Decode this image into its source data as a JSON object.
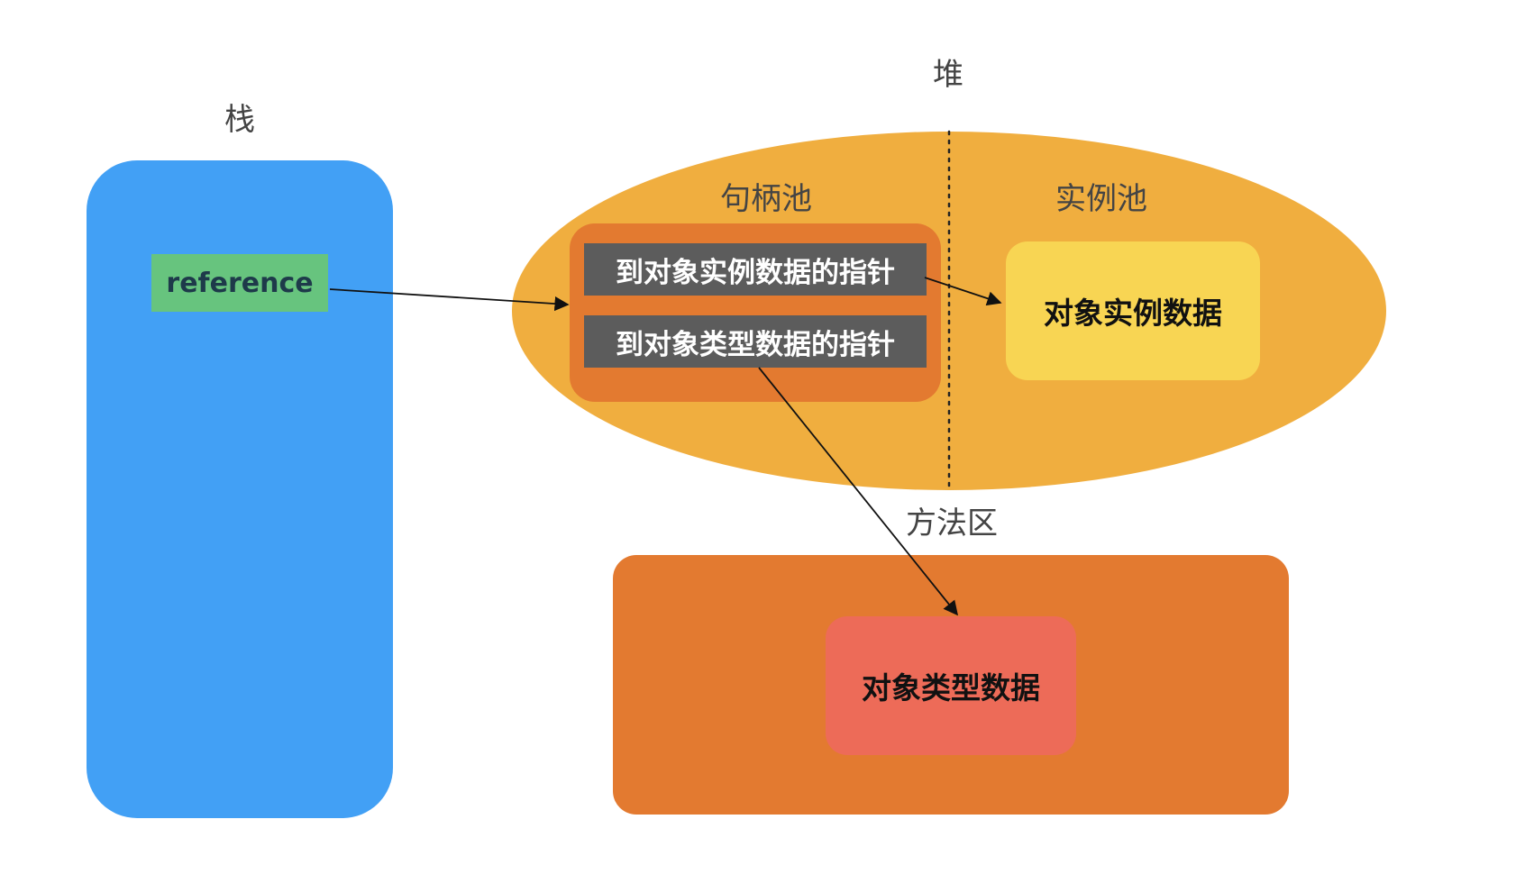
{
  "stack": {
    "label": "栈",
    "color": "#42a0f5",
    "reference": {
      "label": "reference",
      "color": "#67c47e"
    }
  },
  "heap": {
    "label": "堆",
    "color": "#f0ae3f",
    "handle_pool": {
      "label": "句柄池",
      "color": "#e37a30",
      "pointer_color": "#5c5c5c",
      "instance_pointer": "到对象实例数据的指针",
      "type_pointer": "到对象类型数据的指针"
    },
    "instance_pool": {
      "label": "实例池",
      "data_label": "对象实例数据",
      "data_color": "#f8d553"
    }
  },
  "method_area": {
    "label": "方法区",
    "color": "#e37a30",
    "type_data_label": "对象类型数据",
    "type_data_color": "#ed6b58"
  }
}
